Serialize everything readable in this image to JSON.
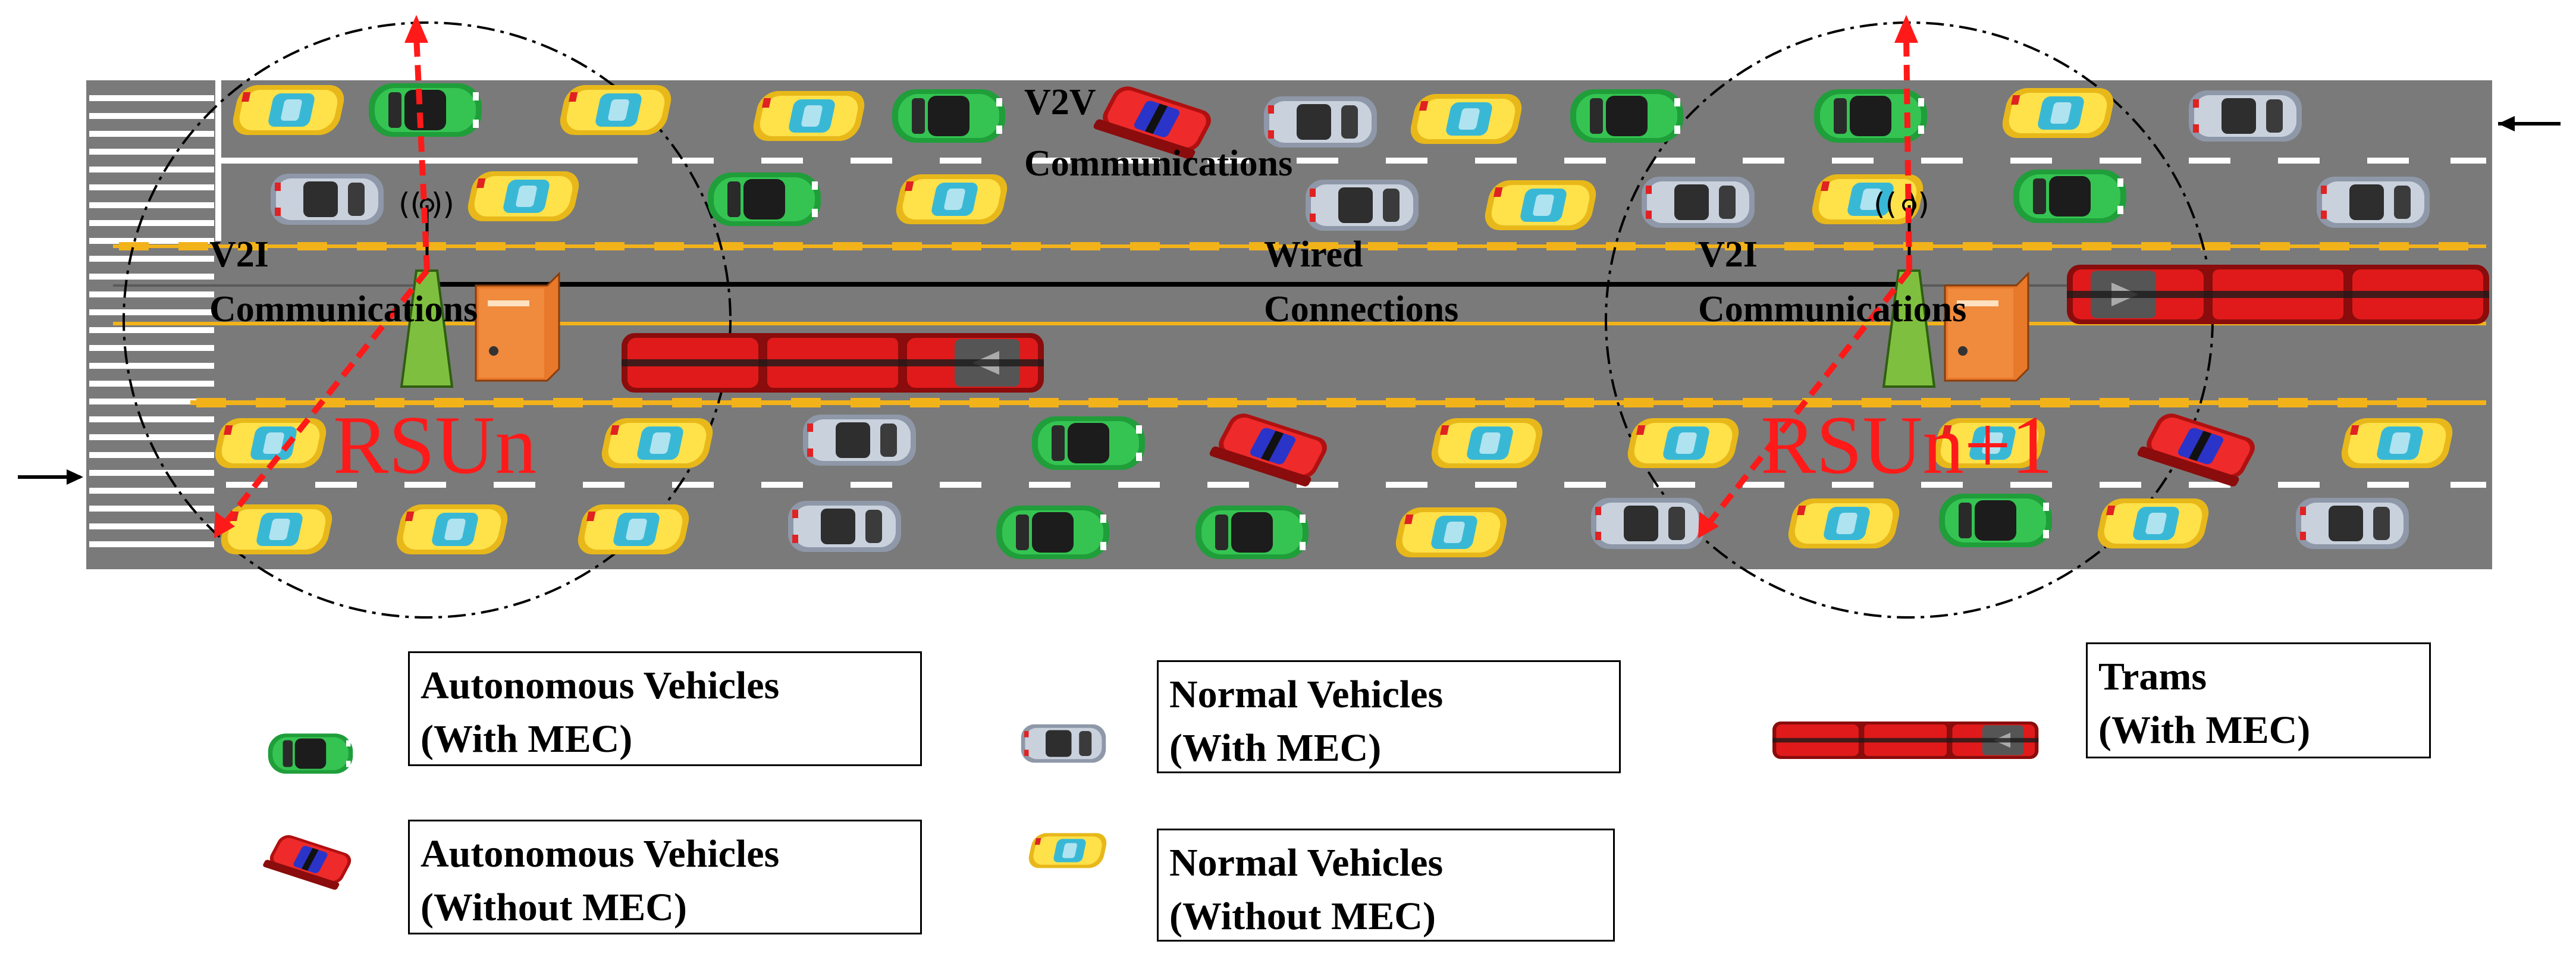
{
  "diagram": {
    "labels": {
      "v2v_line1": "V2V",
      "v2v_line2": "Communications",
      "v2i_left_line1": "V2I",
      "v2i_left_line2": "Communications",
      "v2i_right_line1": "V2I",
      "v2i_right_line2": "Communications",
      "wired_line1": "Wired",
      "wired_line2": "Connections",
      "rsu_left": "RSUn",
      "rsu_right": "RSUn+1"
    },
    "colors": {
      "road": "#7a7a7a",
      "lane_white": "#ffffff",
      "lane_yellow": "#f2b21a",
      "link_red": "#ff1a1a",
      "autonomous_mec": "#2db34a",
      "autonomous_no_mec": "#e8202a",
      "normal_mec": "#b9c3d3",
      "normal_no_mec": "#f5d21e",
      "tram": "#d91c1c",
      "rsu_tower": "#7fbf3f",
      "server": "#e8782a"
    }
  },
  "legend": {
    "autonomous_mec": {
      "line1": "Autonomous Vehicles",
      "line2": "(With MEC)",
      "icon": "green-car-icon"
    },
    "autonomous_no_mec": {
      "line1": "Autonomous Vehicles",
      "line2": "(Without MEC)",
      "icon": "red-car-icon"
    },
    "normal_mec": {
      "line1": "Normal Vehicles",
      "line2": "(With MEC)",
      "icon": "gray-car-icon"
    },
    "normal_no_mec": {
      "line1": "Normal Vehicles",
      "line2": "(Without MEC)",
      "icon": "yellow-car-icon"
    },
    "trams": {
      "line1": "Trams",
      "line2": "(With MEC)",
      "icon": "tram-icon"
    }
  }
}
